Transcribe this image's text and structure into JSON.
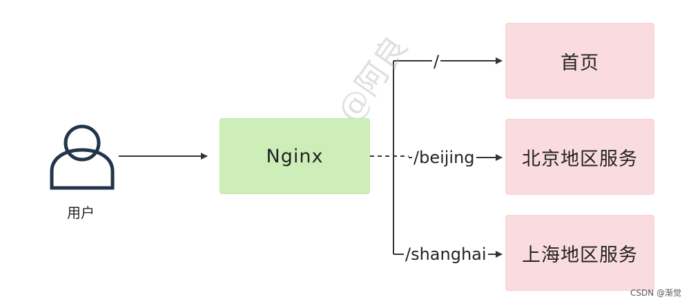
{
  "user": {
    "label": "用户",
    "icon": "user-icon"
  },
  "nginx": {
    "label": "Nginx",
    "color": "#cdeeb8"
  },
  "routes": [
    {
      "path": "/",
      "target": "首页"
    },
    {
      "path": "/beijing",
      "target": "北京地区服务"
    },
    {
      "path": "/shanghai",
      "target": "上海地区服务"
    }
  ],
  "target_color": "#fadcdf",
  "watermark": "@阿良",
  "footer": "CSDN @渐觉"
}
